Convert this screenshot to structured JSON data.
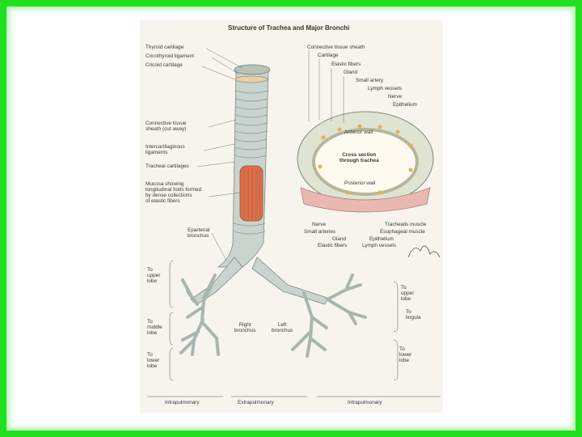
{
  "title": "Structure of Trachea and Major Bronchi",
  "left_labels": {
    "thyroid": "Thyroid cartilage",
    "cricothyroid": "Cricothyroid ligament",
    "cricoid": "Cricoid cartilage",
    "connective": "Connective tissue\nsheath (cut away)",
    "intercartilaginous": "Intercartilaginous\nligaments",
    "tracheal_cartilages": "Tracheal cartilages",
    "mucosa": "Mucosa showing\nlongitudinal folds formed\nby dense collections\nof elastic fibers",
    "eparterial": "Eparterial\nbronchus",
    "upper_lobe": "To\nupper\nlobe",
    "middle_lobe": "To\nmiddle\nlobe",
    "lower_lobe": "To\nlower\nlobe"
  },
  "section_labels": {
    "sheath": "Connective tissue sheath",
    "cartilage": "Cartilage",
    "elastic_fibers_top": "Elastic fibers",
    "gland": "Gland",
    "small_artery": "Small artery",
    "lymph_top": "Lymph vessels",
    "nerve_top": "Nerve",
    "epithelium_top": "Epithelium",
    "anterior_wall": "Anterior wall",
    "cross_section": "Cross section\nthrough trachea",
    "posterior_wall": "Posterior wall",
    "nerve_bottom": "Nerve",
    "small_arteries": "Small arteries",
    "gland_bottom": "Gland",
    "elastic_fibers_bottom": "Elastic fibers",
    "trachealis": "Trachealis muscle",
    "esophageal": "Esophageal muscle",
    "epithelium_bottom": "Epithelium",
    "lymph_bottom": "Lymph vessels"
  },
  "right_labels": {
    "upper_lobe": "To\nupper\nlobe",
    "lingula": "To\nlingula",
    "lower_lobe": "To\nlower\nlobe"
  },
  "bottom_labels": {
    "right_bronchus": "Right\nbronchus",
    "left_bronchus": "Left\nbronchus",
    "intra_left": "Intrapulmonary",
    "extra": "Extrapulmonary",
    "intra_right": "Intrapulmonary"
  },
  "signature": "F. Netter",
  "colors": {
    "frame": "#20e020",
    "trachea": "#c9d4cf",
    "mucosa": "#d9704a",
    "ring": "#d8dbc8",
    "muscle": "#e9b8b0"
  }
}
